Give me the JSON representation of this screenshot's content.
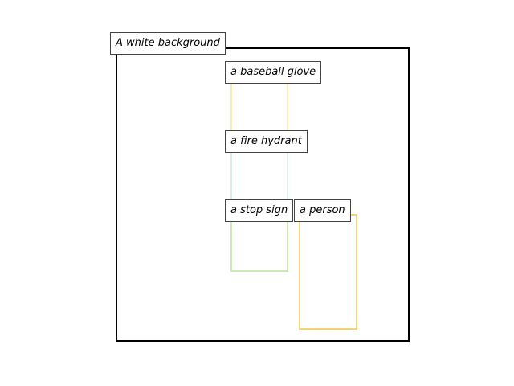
{
  "background_label": "A white background",
  "objects": [
    {
      "label": "a baseball glove",
      "color": "#f6efb8"
    },
    {
      "label": "a fire hydrant",
      "color": "#d8f1e3"
    },
    {
      "label": "a stop sign",
      "color": "#cfe9b6"
    },
    {
      "label": "a person",
      "color": "#f2d57a"
    }
  ],
  "colors": {
    "frame": "#000000",
    "label_border": "#444444",
    "background": "#ffffff"
  }
}
